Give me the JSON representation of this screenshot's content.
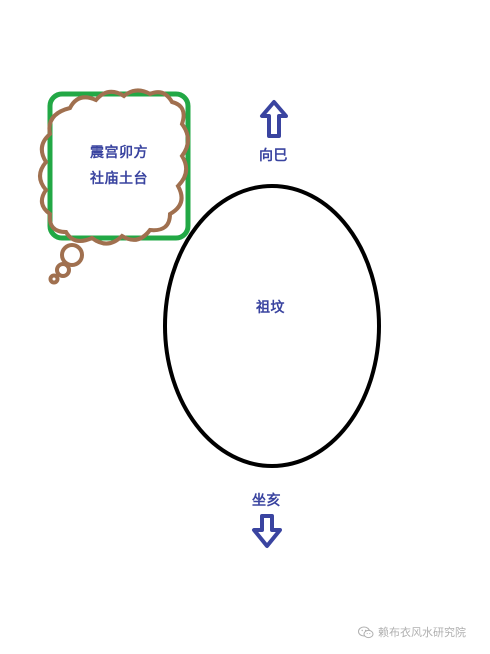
{
  "labels": {
    "direction_top": "向巳",
    "grave": "祖坟",
    "direction_bottom": "坐亥",
    "cloud_line1": "震宫卯方",
    "cloud_line2": "社庙土台"
  },
  "watermark": {
    "text": "赖布衣风水研究院"
  },
  "colors": {
    "label_text": "#3a44a0",
    "arrow_fill": "#3a44a0",
    "ellipse_stroke": "#000000",
    "square_stroke": "#22a845",
    "cloud_stroke": "#a0704f",
    "watermark": "#b0b0b0"
  },
  "icons": {
    "top_arrow": "arrow-up-icon",
    "bottom_arrow": "arrow-down-icon",
    "watermark_logo": "wechat-icon"
  }
}
